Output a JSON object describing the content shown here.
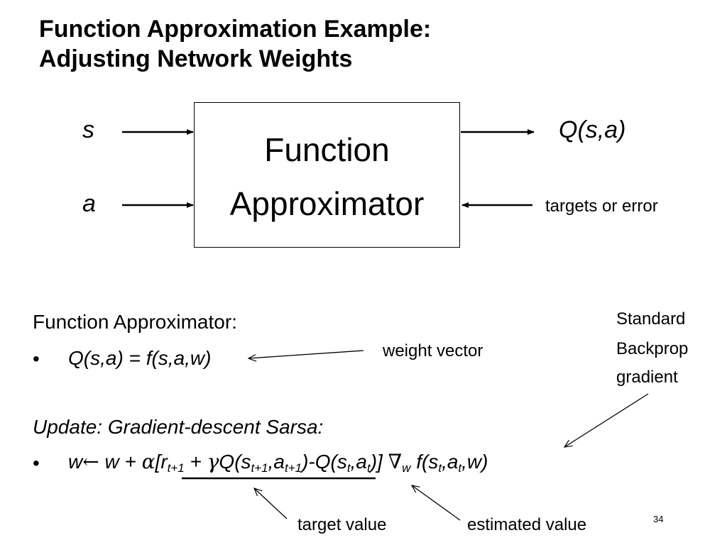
{
  "title": {
    "line1": "Function Approximation Example:",
    "line2": "Adjusting Network Weights"
  },
  "diagram": {
    "box_line1": "Function",
    "box_line2": "Approximator",
    "input_s": "s",
    "input_a": "a",
    "output_q": "Q(s,a)",
    "feedback": "targets or error"
  },
  "section1": {
    "heading": "Function Approximator:",
    "bullet_mark": "•",
    "bullet_text": "Q(s,a) = f(s,a,w)",
    "annotation_weight": "weight vector"
  },
  "side_note": {
    "line1": "Standard",
    "line2": "Backprop",
    "line3": "gradient"
  },
  "section2": {
    "heading": "Update: Gradient-descent Sarsa:",
    "bullet_mark": "•",
    "eq": {
      "p1": "w",
      "arrow": "←",
      "p2": " w + ",
      "alpha": "α",
      "p3": "[r",
      "sub_t1a": "t+1",
      "p4": " + ",
      "gamma": "γ",
      "p5": "Q(s",
      "sub_t1b": "t+1",
      "p6": ",a",
      "sub_t1c": "t+1",
      "p7": ")-Q(s",
      "sub_t_a": "t",
      "p8": ",a",
      "sub_t_b": "t",
      "p9": ")] ",
      "nabla": "∇",
      "sub_w": "w",
      "p10": " f(s",
      "sub_t_c": "t",
      "p11": ",a",
      "sub_t_d": "t",
      "p12": ",w)"
    },
    "annotation_target": "target value",
    "annotation_estimated": "estimated value"
  },
  "page_number": "34"
}
